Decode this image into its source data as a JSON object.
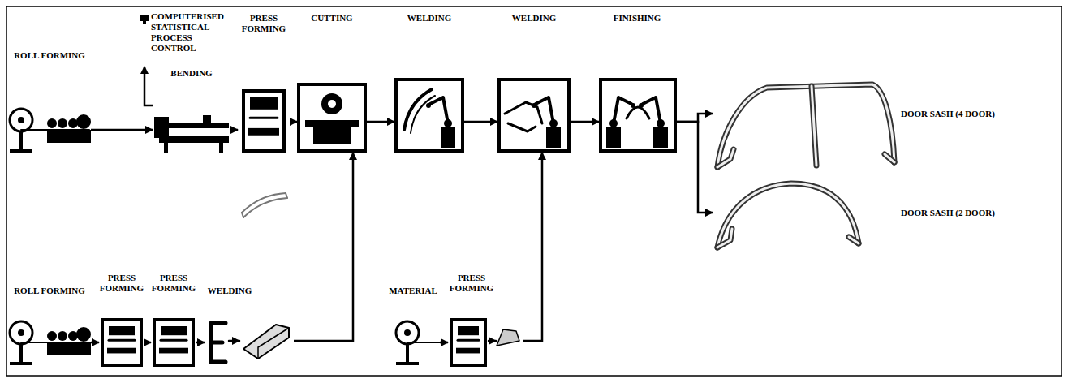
{
  "diagram": {
    "nodes": [
      {
        "text": [
          "ROLL FORMING"
        ]
      },
      {
        "text": [
          "COMPUTERISED STATISTICAL PROCESS CONTROL"
        ]
      },
      {
        "text": [
          "BENDING"
        ]
      },
      {
        "text": [
          "PRESS FORMING"
        ]
      },
      {
        "text": [
          "CUTTING"
        ]
      },
      {
        "text": [
          "WELDING"
        ]
      },
      {
        "text": [
          "WELDING"
        ]
      },
      {
        "text": [
          "FINISHING"
        ]
      },
      {
        "text": [
          "DOOR SASH (4 DOOR)"
        ]
      },
      {
        "text": [
          "DOOR SASH (2 DOOR)"
        ]
      },
      {
        "text": [
          "ROLL FORMING"
        ]
      },
      {
        "text": [
          "PRESS FORMING"
        ]
      },
      {
        "text": [
          "PRESS FORMING"
        ]
      },
      {
        "text": [
          "WELDING"
        ]
      },
      {
        "text": [
          "MATERIAL"
        ]
      },
      {
        "text": [
          "PRESS FORMING"
        ]
      }
    ],
    "edges": [
      {
        "from": 0,
        "to": 2,
        "arrow": "to"
      },
      {
        "from": 2,
        "to": 1,
        "arrow": "to"
      },
      {
        "from": 2,
        "to": 3,
        "arrow": "to"
      },
      {
        "from": 3,
        "to": 4,
        "arrow": "to"
      },
      {
        "from": 4,
        "to": 5,
        "arrow": "to"
      },
      {
        "from": 5,
        "to": 6,
        "arrow": "to"
      },
      {
        "from": 6,
        "to": 7,
        "arrow": "to"
      },
      {
        "from": 7,
        "to": 8,
        "arrow": "to"
      },
      {
        "from": 7,
        "to": 9,
        "arrow": "to"
      },
      {
        "from": 10,
        "to": 11,
        "arrow": "to"
      },
      {
        "from": 11,
        "to": 12,
        "arrow": "to"
      },
      {
        "from": 12,
        "to": 13,
        "arrow": "to"
      },
      {
        "from": 13,
        "to": 4,
        "arrow": "to"
      },
      {
        "from": 14,
        "to": 15,
        "arrow": "to"
      },
      {
        "from": 15,
        "to": 6,
        "arrow": "to"
      }
    ]
  }
}
